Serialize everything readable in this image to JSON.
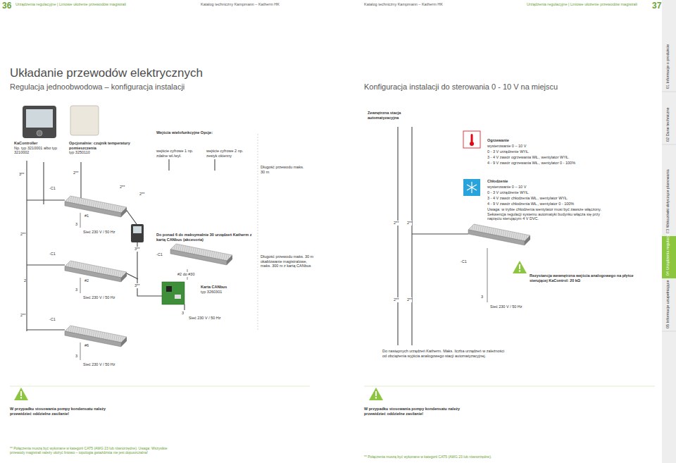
{
  "diagram": {
    "title": "Układanie przewodów elektrycznych",
    "nodes": [
      {
        "text": [
          "KaController",
          "Np. typ 3210001 albo typ 3210002"
        ]
      },
      {
        "text": [
          "Opcjonalnie: czujnik temperatury pomieszczenia",
          "typ 3250110"
        ]
      },
      {
        "text": [
          "Karta CANbus",
          "typ 3260301"
        ]
      },
      {
        "text": [
          "Zewnętrzna stacja automatyzacyjna"
        ]
      }
    ],
    "labels": [
      "36",
      "Urządzenia regulacyjne | Liniowe ułożenie przewodów magistrali",
      "Katalog techniczny Kampmann – Katherm HK",
      "Regulacja jednoobwodowa – konfiguracja instalacji",
      "Wejścia wielofunkcyjne Opcje:",
      "wejście cyfrowe 1 np. zdalne wł./wył.",
      "wejście cyfrowe 2 np. zestyk okienny",
      "3**",
      "2**",
      "-C1",
      "2**",
      "2**",
      "#1",
      "3",
      "Sieć 230 V / 50 Hz",
      "2**",
      "-C1",
      "2",
      "#2",
      "3",
      "Sieć 230 V / 50 Hz",
      "2**",
      "-C1",
      "#6",
      "3",
      "Sieć 230 V / 50 Hz",
      "3**",
      "3**",
      "Do ponad 6 do maksymalnie 30 urządzeń Katherm z kartą CANbus (akcesoria)",
      "-C1",
      "#2 do #30",
      "3",
      "Sieć 230 V / 50 Hz",
      "Długość przewodu maks. 30 m",
      "Długość przewodu maks. 30 m okablowanie magistralowe, maks. 300 m z kartą CANbus",
      "W przypadku stosowania pompy kondensatu należy przewidzieć oddzielne zasilanie!",
      "** Połączenia muszą być wykonane w kategorii CAT5 (AWG 23 lub równorzędne). Uwaga: Wszystkie przewody magistrali należy ułożyć liniowo – topologia gwiaździsta nie jest dopuszczalna!",
      "Katalog techniczny Kampmann – Katherm HK",
      "Urządzenia regulacyjne | Liniowe ułożenie przewodów magistrali",
      "37",
      "Konfiguracja instalacji do sterowania 0 - 10 V na miejscu",
      "2**",
      "2**",
      "2**",
      "2**",
      "Do następnych urządzeń Katherm. Maks. liczba urządzeń w zależności od obciążenia wyjścia analogowego stacji automatyzacyjnej.",
      "Ogrzewanie",
      "wysterowanie 0 – 10 V",
      "0 - 3 V urządzenie WYŁ.",
      "3 - 4 V zawór ogrzewania WŁ., wentylator WYŁ.",
      "4 - 9 V zawór ogrzewania WŁ., wentylator 0 - 100%",
      "Chłodzenie",
      "wysterowanie 0 – 10 V",
      "0 - 3 V urządzenie WYŁ.",
      "3 - 4 V zawór chłodzenia WŁ., wentylator WYŁ.",
      "4 - 9 V zawór chłodzenia WŁ., wentylator 0 - 100%",
      "Uwaga: w trybie chłodzenia wentylator musi być zawsze włączony. Sekwencja regulacji systemu automatyki budynku włącza się przy napięciu sterującym 4 V DVC.",
      "-C1",
      "3",
      "Sieć 230 V / 50 Hz",
      "Rezystancja wewnętrzna wejścia analogowego na płytce sterującej KaControl: 20 kΩ",
      "W przypadku stosowania pompy kondensatu należy przewidzieć oddzielne zasilanie!",
      "** Połączenia muszą być wykonane w kategorii CAT5 (AWG 23 lub równorzędne).",
      "01 Informacje o produkcie",
      "02 Dane techniczne",
      "03 Wskazówki dotyczące planowania",
      "04 Urządzenia regulacyjne",
      "05 Informacje uzupełniające"
    ]
  }
}
